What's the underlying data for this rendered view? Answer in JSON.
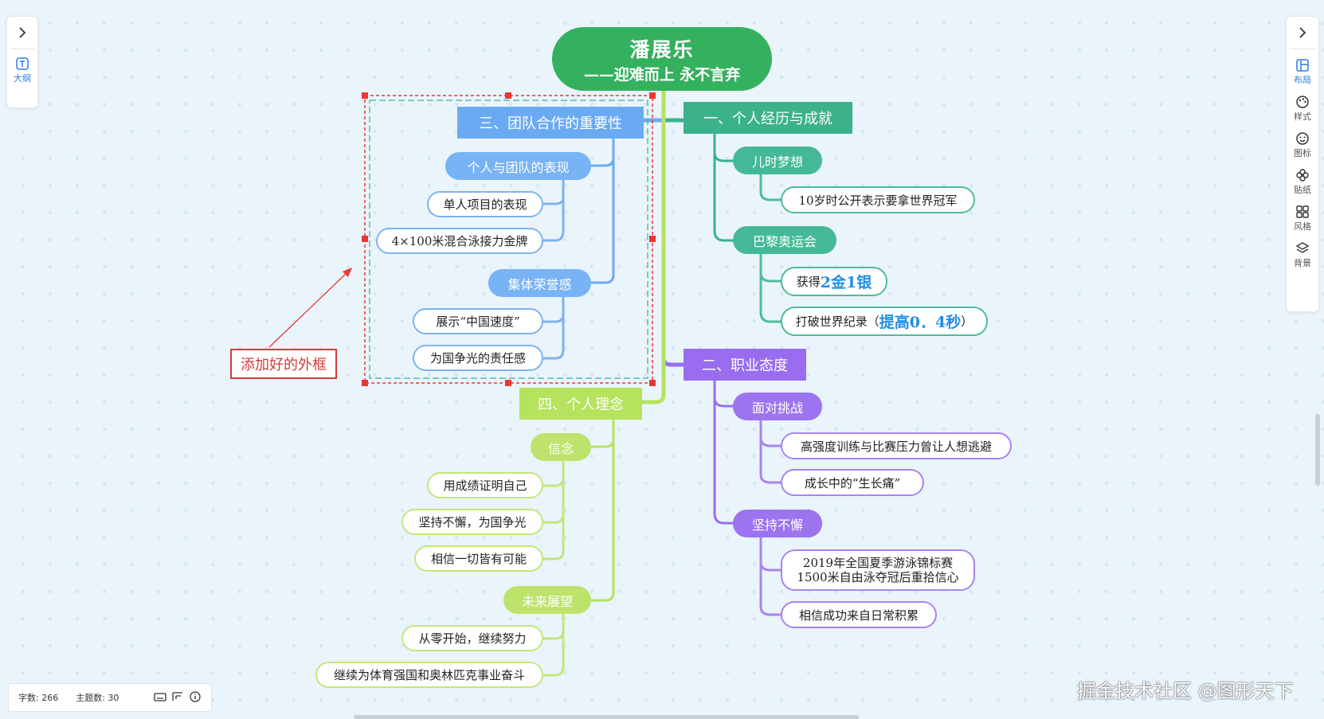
{
  "root": {
    "title": "潘展乐",
    "subtitle": "——迎难而上 永不言弃"
  },
  "branch1": {
    "title": "一、个人经历与成就",
    "sub1": "儿时梦想",
    "sub1_leaf1": "10岁时公开表示要拿世界冠军",
    "sub2": "巴黎奥运会",
    "sub2_leaf1_pre": "获得",
    "sub2_leaf1_hl": "2金1银",
    "sub2_leaf2_pre": "打破世界纪录（",
    "sub2_leaf2_hl": "提高0．4秒",
    "sub2_leaf2_post": "）"
  },
  "branch2": {
    "title": "二、职业态度",
    "sub1": "面对挑战",
    "sub1_leaf1": "高强度训练与比赛压力曾让人想逃避",
    "sub1_leaf2": "成长中的“生长痛”",
    "sub2": "坚持不懈",
    "sub2_leaf1_line1": "2019年全国夏季游泳锦标赛",
    "sub2_leaf1_line2": "1500米自由泳夺冠后重拾信心",
    "sub2_leaf2": "相信成功来自日常积累"
  },
  "branch3": {
    "title": "三、团队合作的重要性",
    "sub1": "个人与团队的表现",
    "sub1_leaf1": "单人项目的表现",
    "sub1_leaf2": "4×100米混合泳接力金牌",
    "sub2": "集体荣誉感",
    "sub2_leaf1": "展示“中国速度”",
    "sub2_leaf2": "为国争光的责任感"
  },
  "branch4": {
    "title": "四、个人理念",
    "sub1": "信念",
    "sub1_leaf1": "用成绩证明自己",
    "sub1_leaf2": "坚持不懈，为国争光",
    "sub1_leaf3": "相信一切皆有可能",
    "sub2": "未来展望",
    "sub2_leaf1": "从零开始，继续努力",
    "sub2_leaf2": "继续为体育强国和奥林匹克事业奋斗"
  },
  "annotation": "添加好的外框",
  "left_panel": {
    "outline_label": "大纲"
  },
  "right_panel": {
    "layout": "布局",
    "style": "样式",
    "icon": "图标",
    "sticker": "贴纸",
    "theme": "风格",
    "background": "背景"
  },
  "statusbar": {
    "word_count": "字数: 266",
    "topic_count": "主题数: 30"
  },
  "watermark": "掘金技术社区 @图形天下",
  "colors": {
    "root": "#34b15e",
    "blue": "#6aaaf2",
    "teal": "#3bb28c",
    "purple": "#9a6df0",
    "green": "#b5e35d",
    "selection": "#e53935"
  }
}
